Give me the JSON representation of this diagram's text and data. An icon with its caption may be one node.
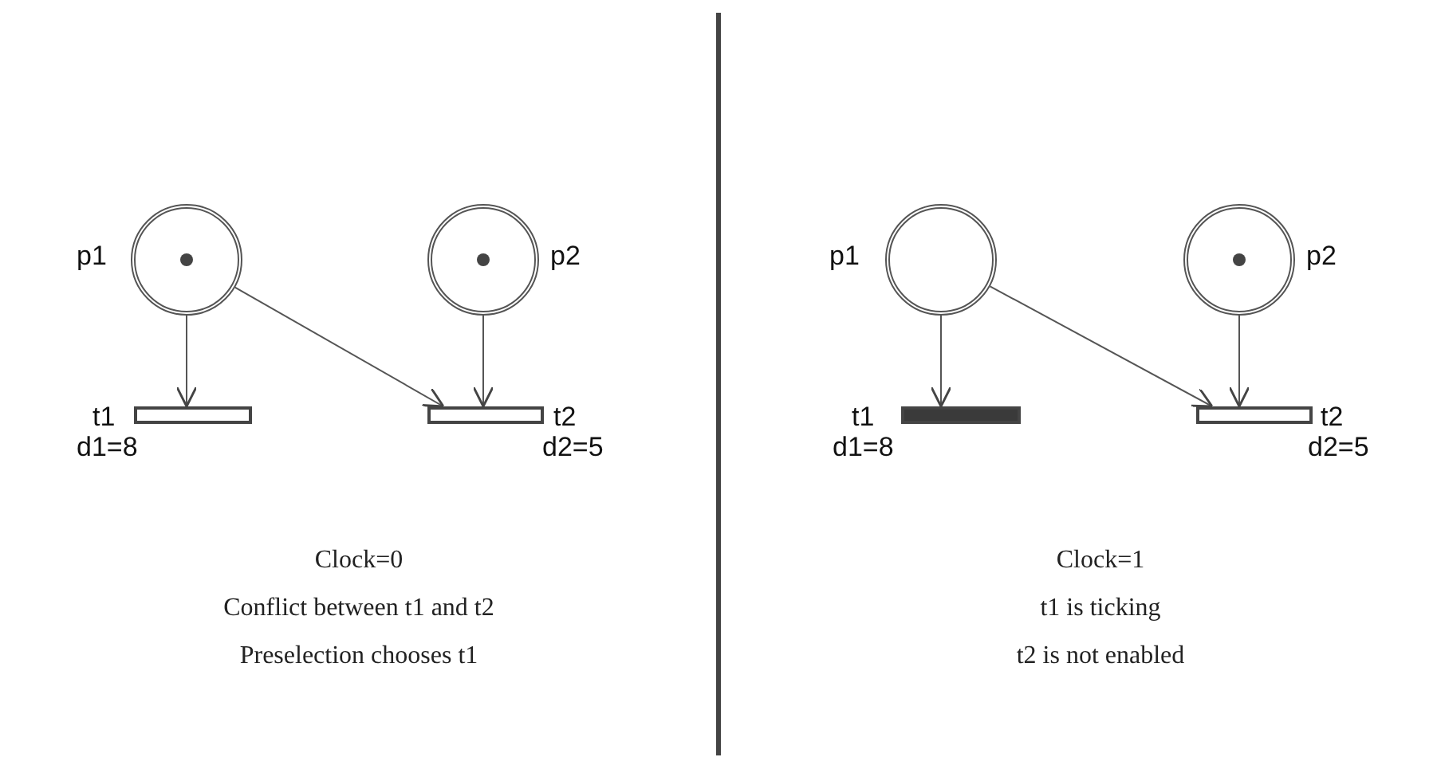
{
  "diagram": {
    "nodes": [
      {
        "text": [],
        "shape": "circle",
        "beside": [
          "p1"
        ]
      },
      {
        "text": [],
        "shape": "circle",
        "beside": [
          "p2"
        ]
      },
      {
        "text": [],
        "shape": "bar",
        "beside": [
          "t1",
          "d1=8"
        ]
      },
      {
        "text": [],
        "shape": "bar",
        "beside": [
          "t2",
          "d2=5"
        ]
      },
      {
        "text": [],
        "shape": "circle",
        "beside": [
          "p1"
        ]
      },
      {
        "text": [],
        "shape": "circle",
        "beside": [
          "p2"
        ]
      },
      {
        "text": [],
        "shape": "bar",
        "beside": [
          "t1",
          "d1=8"
        ]
      },
      {
        "text": [],
        "shape": "bar",
        "beside": [
          "t2",
          "d2=5"
        ]
      }
    ],
    "edges": [
      {
        "from": 0,
        "to": 2,
        "arrow": "to"
      },
      {
        "from": 0,
        "to": 3,
        "arrow": "to"
      },
      {
        "from": 1,
        "to": 3,
        "arrow": "to"
      },
      {
        "from": 4,
        "to": 6,
        "arrow": "to"
      },
      {
        "from": 4,
        "to": 7,
        "arrow": "to"
      },
      {
        "from": 5,
        "to": 7,
        "arrow": "to"
      }
    ],
    "labels": [
      "Clock=0",
      "Conflict between t1 and t2",
      "Preselection chooses t1",
      "Clock=1",
      "t1 is ticking",
      "t2 is not enabled"
    ]
  }
}
